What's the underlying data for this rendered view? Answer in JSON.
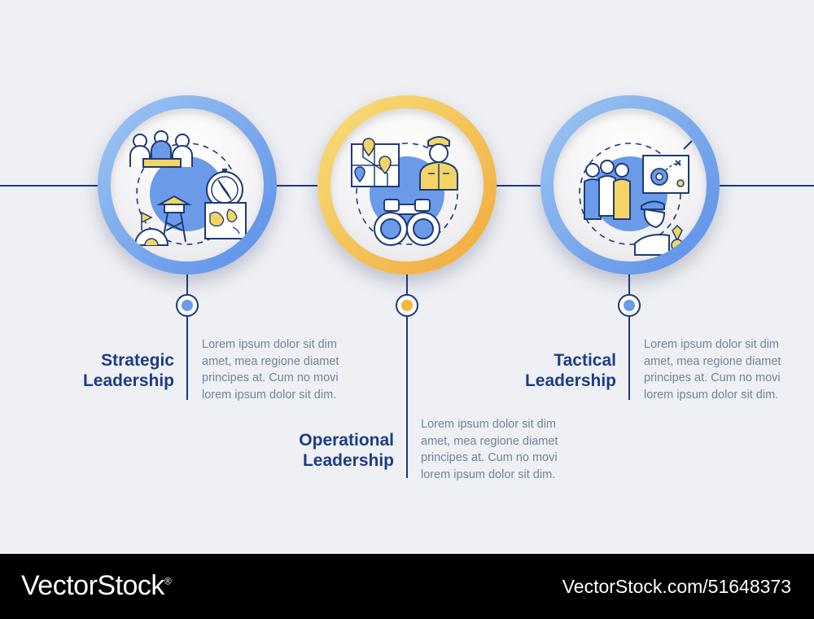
{
  "steps": [
    {
      "title_line1": "Strategic",
      "title_line2": "Leadership",
      "body": [
        "Lorem ipsum dolor sit dim",
        "amet, mea regione diamet",
        "principes at. Cum no movi",
        "lorem ipsum dolor sit dim."
      ],
      "accent": "#6b9be8",
      "icons": [
        "meeting-team-icon",
        "compass-icon",
        "world-map-icon",
        "watchtower-icon",
        "tent-camp-icon"
      ]
    },
    {
      "title_line1": "Operational",
      "title_line2": "Leadership",
      "body": [
        "Lorem ipsum dolor sit dim",
        "amet, mea regione diamet",
        "principes at. Cum no movi",
        "lorem ipsum dolor sit dim."
      ],
      "accent": "#f2b941",
      "icons": [
        "map-pins-icon",
        "soldier-icon",
        "binoculars-icon"
      ]
    },
    {
      "title_line1": "Tactical",
      "title_line2": "Leadership",
      "body": [
        "Lorem ipsum dolor sit dim",
        "amet, mea regione diamet",
        "principes at. Cum no movi",
        "lorem ipsum dolor sit dim."
      ],
      "accent": "#6b9be8",
      "icons": [
        "tactics-board-icon",
        "soldiers-group-icon",
        "officer-medal-icon"
      ]
    }
  ],
  "footer": {
    "brand": "VectorStock",
    "brand_mark": "®",
    "credit": "VectorStock.com/51648373"
  },
  "colors": {
    "navy": "#1e3a78",
    "blue": "#6b9be8",
    "yellow": "#f2b941",
    "icon_yellow": "#f3d565",
    "background": "#eef0f4"
  }
}
